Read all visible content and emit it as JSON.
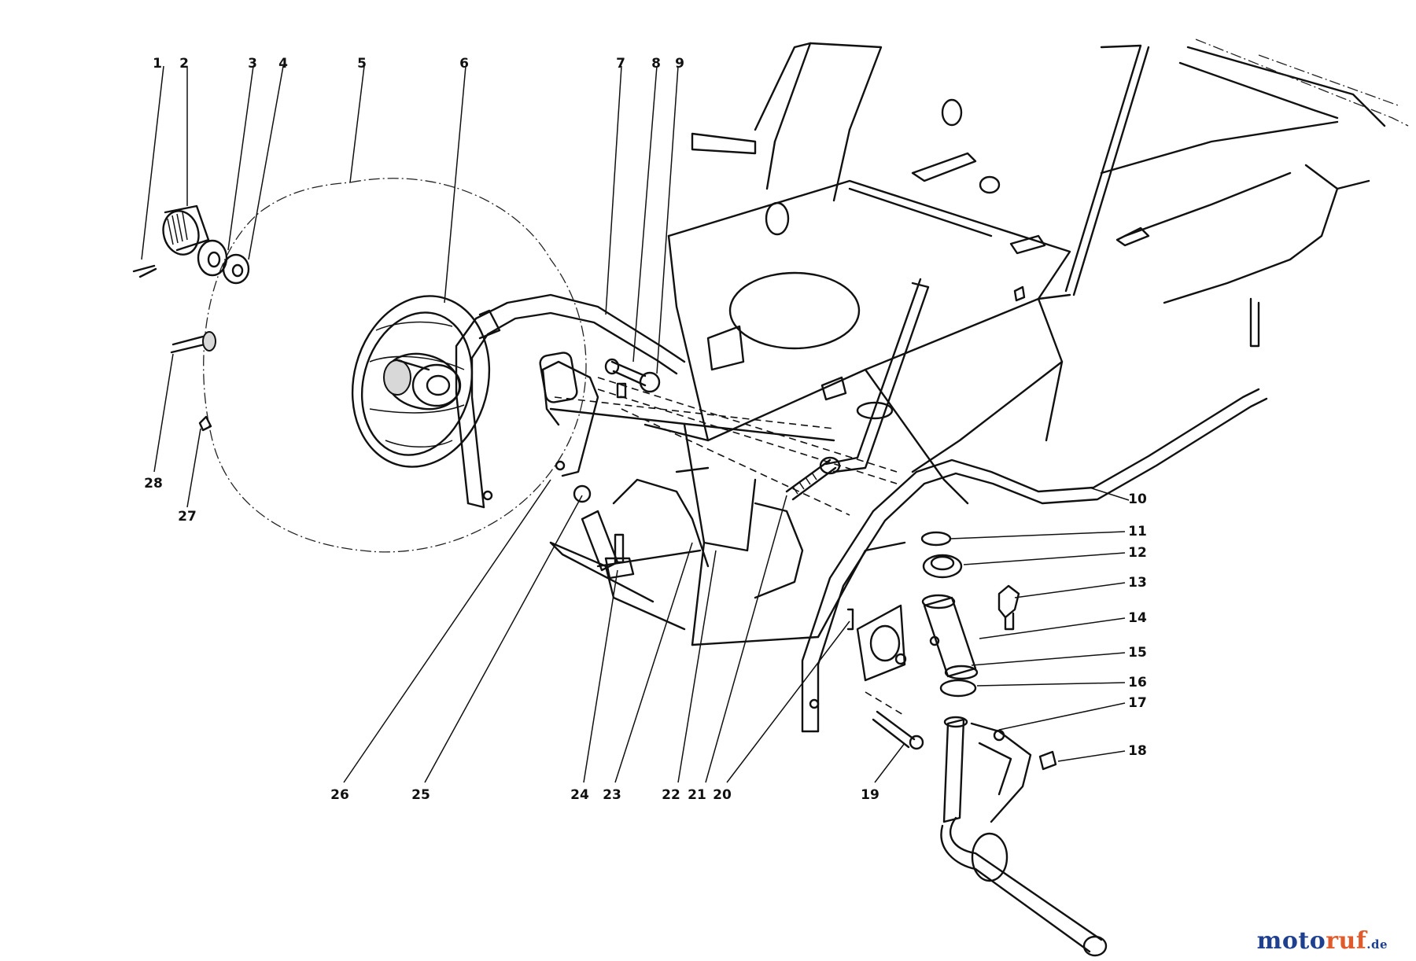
{
  "diagram": {
    "callouts": [
      {
        "id": "c1",
        "label": "1"
      },
      {
        "id": "c2",
        "label": "2"
      },
      {
        "id": "c3",
        "label": "3"
      },
      {
        "id": "c4",
        "label": "4"
      },
      {
        "id": "c5",
        "label": "5"
      },
      {
        "id": "c6",
        "label": "6"
      },
      {
        "id": "c7",
        "label": "7"
      },
      {
        "id": "c8",
        "label": "8"
      },
      {
        "id": "c9",
        "label": "9"
      },
      {
        "id": "c10",
        "label": "10"
      },
      {
        "id": "c11",
        "label": "11"
      },
      {
        "id": "c12",
        "label": "12"
      },
      {
        "id": "c13",
        "label": "13"
      },
      {
        "id": "c14",
        "label": "14"
      },
      {
        "id": "c15",
        "label": "15"
      },
      {
        "id": "c16",
        "label": "16"
      },
      {
        "id": "c17",
        "label": "17"
      },
      {
        "id": "c18",
        "label": "18"
      },
      {
        "id": "c19",
        "label": "19"
      },
      {
        "id": "c20",
        "label": "20"
      },
      {
        "id": "c21",
        "label": "21"
      },
      {
        "id": "c22",
        "label": "22"
      },
      {
        "id": "c23",
        "label": "23"
      },
      {
        "id": "c24",
        "label": "24"
      },
      {
        "id": "c25",
        "label": "25"
      },
      {
        "id": "c26",
        "label": "26"
      },
      {
        "id": "c27",
        "label": "27"
      },
      {
        "id": "c28",
        "label": "28"
      }
    ]
  },
  "watermark": {
    "brand_main": "moto",
    "brand_accent": "ruf",
    "tld": ".de",
    "colors": {
      "main": "#1f3f8f",
      "accent": "#e05a2b"
    }
  }
}
